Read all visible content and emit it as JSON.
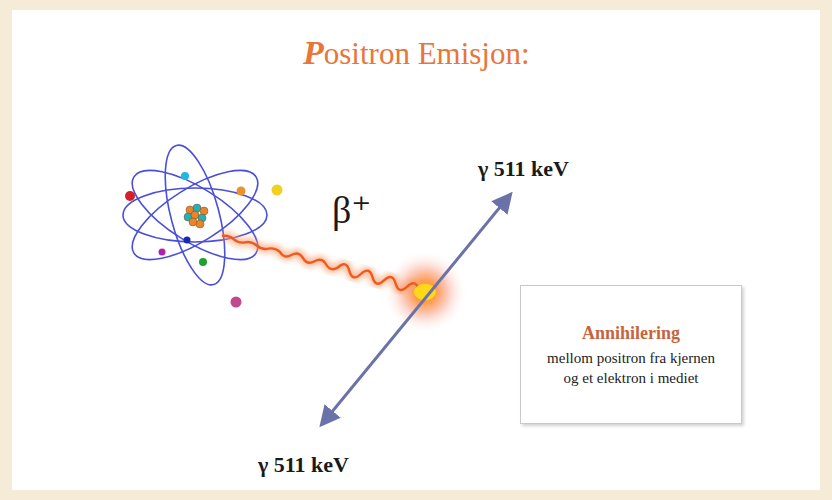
{
  "diagram": {
    "title": "Positron Emisjon:",
    "nodes": [
      {
        "text": [
          "Annihilering",
          "mellom positron fra kjernen og et elektron i mediet"
        ]
      }
    ],
    "labels": [
      "γ 511 keV",
      "β⁺",
      "γ 511 keV"
    ]
  }
}
